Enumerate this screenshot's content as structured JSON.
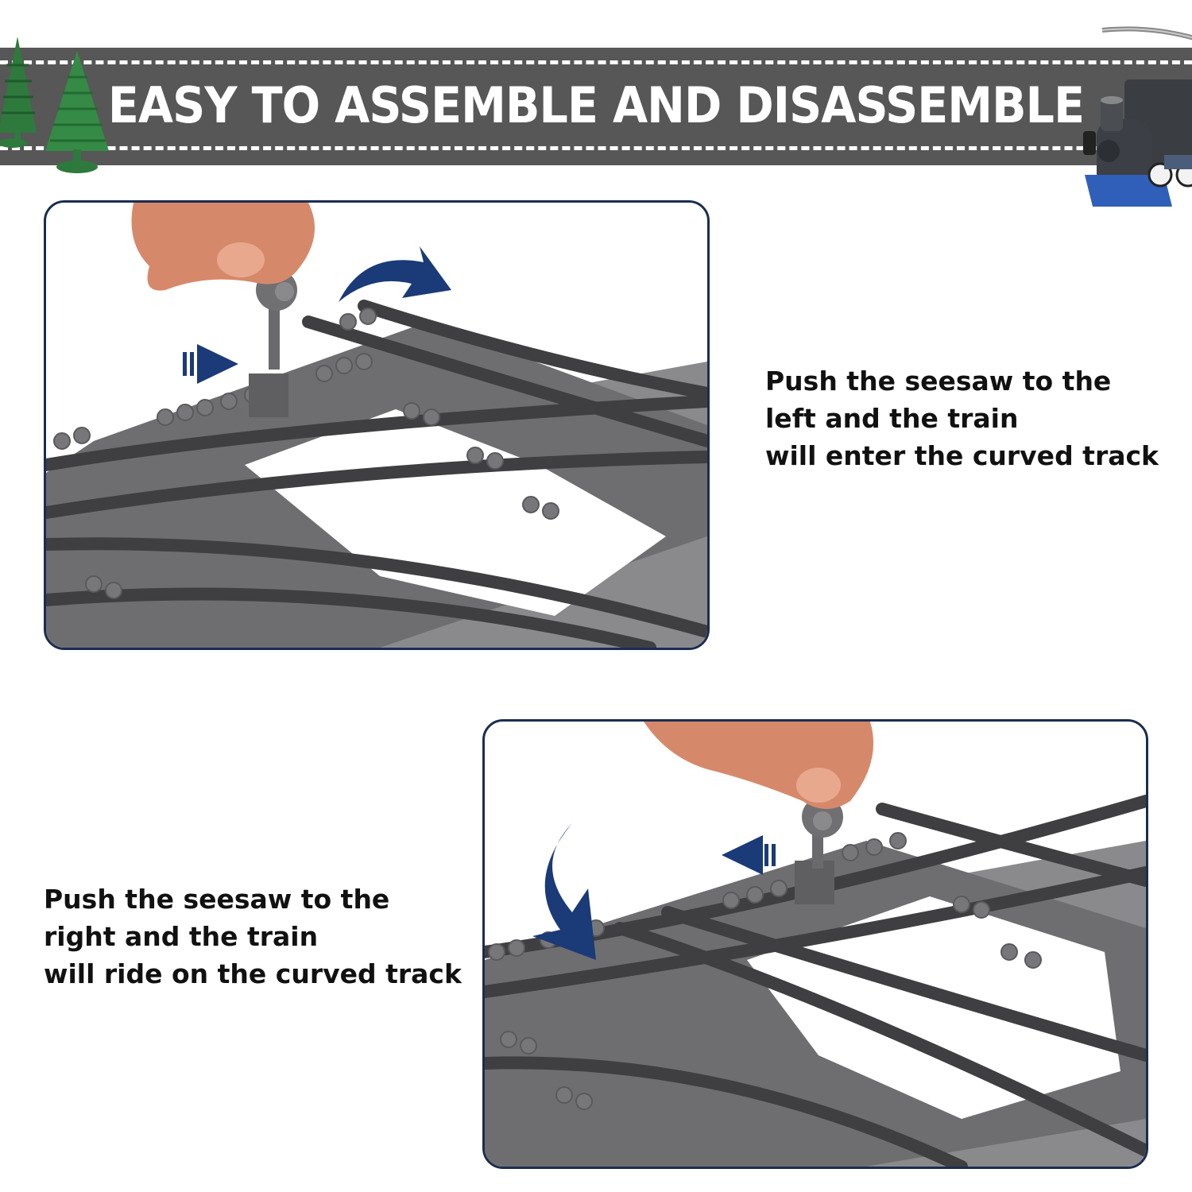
{
  "banner": {
    "title": "EASY TO ASSEMBLE AND DISASSEMBLE",
    "background_color": "#575757",
    "text_color": "#ffffff",
    "decorations": [
      "tree-icon",
      "tree-icon",
      "steam-locomotive-icon",
      "track-rail-icon"
    ]
  },
  "panels": [
    {
      "id": "switch-left",
      "image_description": "Hand pressing seesaw lever on a grey building-block railway switch track",
      "arrows": [
        "push-right-arrow-icon",
        "curved-arrow-right-icon"
      ],
      "caption_lines": [
        "Push the seesaw to the",
        "left and the train",
        "will enter the curved track"
      ]
    },
    {
      "id": "switch-right",
      "image_description": "Hand pressing seesaw lever on a grey building-block railway switch track",
      "arrows": [
        "push-left-arrow-icon",
        "curved-arrow-down-icon"
      ],
      "caption_lines": [
        "Push the seesaw to the",
        "right and the train",
        "will ride on the curved track"
      ]
    }
  ],
  "captions": {
    "first": "Push the seesaw to the\nleft and the train\nwill enter the curved track",
    "second": "Push the seesaw to the\nright and the train\nwill ride on the curved track"
  },
  "colors": {
    "accent_arrow": "#1a3a78",
    "panel_border": "#1b2d4f",
    "track_grey": "#6b6b6e",
    "track_dark": "#4a4a4d",
    "tree_green": "#2f7d3e"
  }
}
